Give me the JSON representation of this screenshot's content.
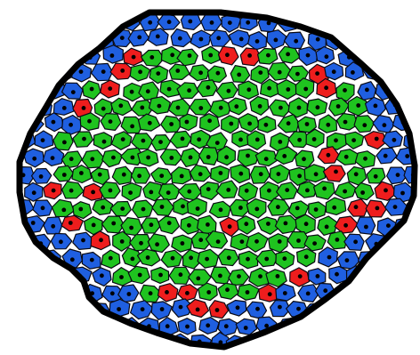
{
  "colors": {
    "background": "#ffffff",
    "tissue_fill": "#ffffff",
    "outline": "#000000",
    "cell_border": "#0a0a14",
    "nucleus": "#000000",
    "blue_cell": "#1f5fe0",
    "green_cell": "#1fc31f",
    "red_cell": "#ee1d1d"
  },
  "cell_types": [
    {
      "name": "blue-cell",
      "color_key": "blue_cell"
    },
    {
      "name": "green-cell",
      "color_key": "green_cell"
    },
    {
      "name": "red-cell",
      "color_key": "red_cell"
    }
  ]
}
